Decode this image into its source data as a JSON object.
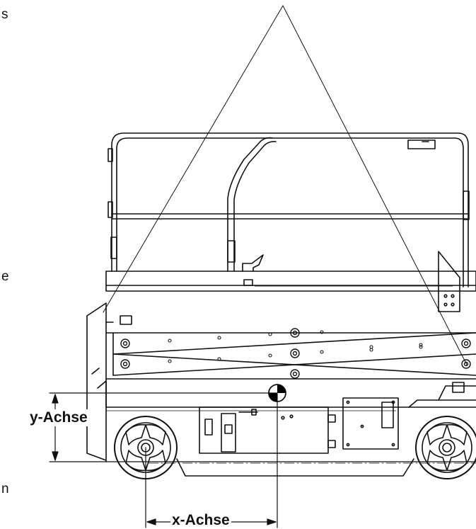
{
  "labels": {
    "y_axis": "y-Achse",
    "x_axis": "x-Achse"
  },
  "side_fragments": [
    "s",
    "e",
    "n"
  ],
  "colors": {
    "line": "#111111",
    "background": "#ffffff",
    "cg_marker": "#000000"
  }
}
